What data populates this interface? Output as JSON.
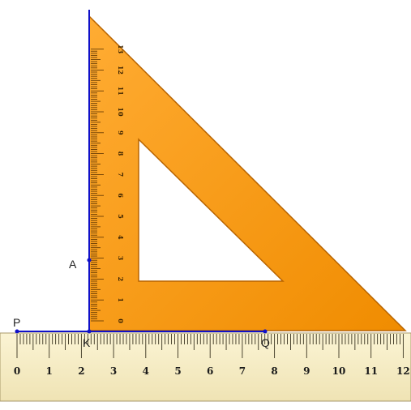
{
  "points": {
    "P": "P",
    "A": "A",
    "K": "K",
    "Q": "Q"
  },
  "ruler": {
    "numbers": [
      "0",
      "1",
      "2",
      "3",
      "4",
      "5",
      "6",
      "7",
      "8",
      "9",
      "10",
      "11",
      "12"
    ]
  },
  "set_square": {
    "numbers": [
      "0",
      "1",
      "2",
      "3",
      "4",
      "5",
      "6",
      "7",
      "8",
      "9",
      "10",
      "11",
      "12",
      "13"
    ]
  },
  "colors": {
    "line": "#1010c8",
    "point": "#1010c8",
    "set_square_fill": "#ff9a1a",
    "set_square_edge": "#b86400",
    "ruler_fill": "#f5edc4",
    "ruler_edge": "#a89a6a"
  }
}
